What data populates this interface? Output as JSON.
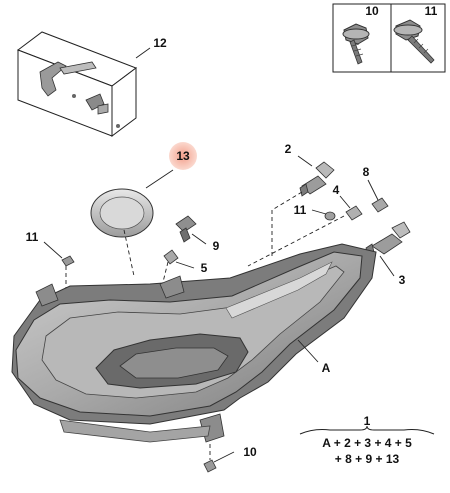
{
  "callouts": {
    "c1": "1",
    "c2": "2",
    "c3": "3",
    "c4": "4",
    "c5": "5",
    "c8": "8",
    "c9": "9",
    "c10_box": "10",
    "c11_box": "11",
    "c10_bottom": "10",
    "c11_left": "11",
    "c11_mid": "11",
    "c12": "12",
    "c13": "13",
    "cA": "A"
  },
  "assembly_formula": {
    "line1": "A + 2 + 3 + 4 + 5",
    "line2": "+ 8 + 9 + 13"
  },
  "colors": {
    "highlight": "#f6b7a8",
    "line": "#222222",
    "lamp_body": "#9a9a9a",
    "lamp_dark": "#6e6e6e",
    "lamp_light": "#d6d6d6"
  }
}
